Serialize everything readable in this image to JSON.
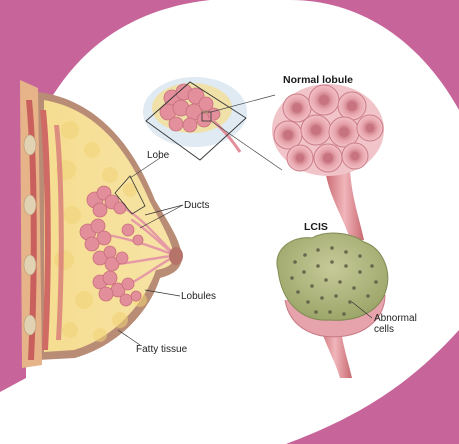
{
  "colors": {
    "background": "#c7659a",
    "panel": "#ffffff",
    "fat": "#f3d98a",
    "lobule": "#e59aa6",
    "skin": "#b78a74",
    "abnormal": "#a9b27a"
  },
  "labels": {
    "normal_lobule": "Normal lobule",
    "lcis": "LCIS",
    "lobe": "Lobe",
    "ducts": "Ducts",
    "lobules": "Lobules",
    "fatty_tissue": "Fatty tissue",
    "abnormal_cells_line1": "Abnormal",
    "abnormal_cells_line2": "cells"
  }
}
